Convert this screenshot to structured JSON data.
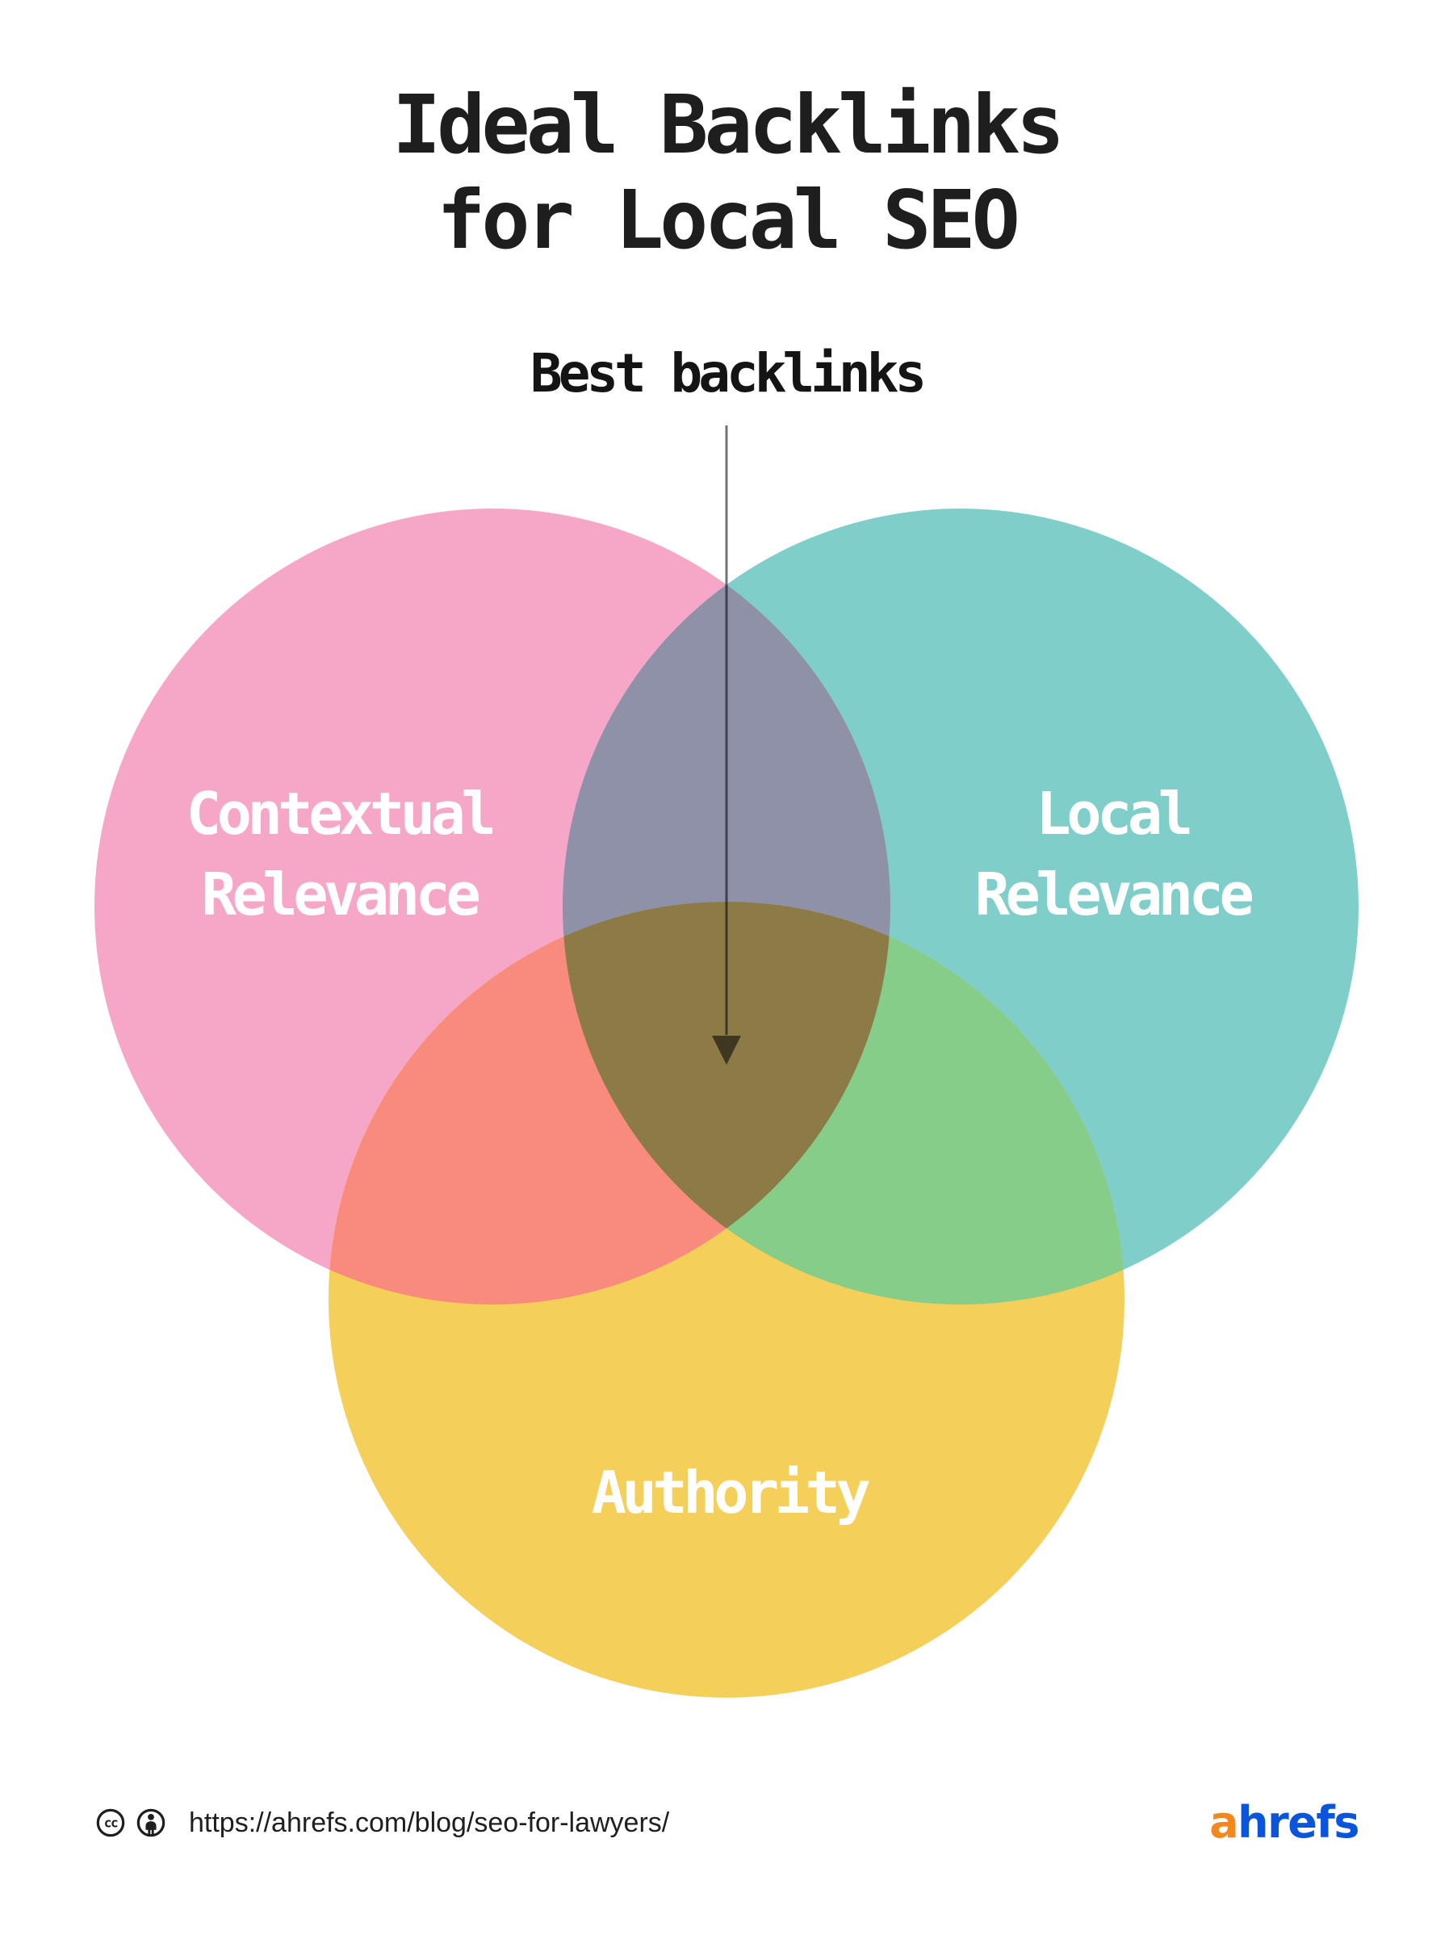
{
  "title": {
    "line1": "Ideal Backlinks",
    "line2": "for Local SEO"
  },
  "annotation": {
    "label": "Best backlinks"
  },
  "venn": {
    "sets": [
      {
        "name": "Contextual Relevance",
        "label_line1": "Contextual",
        "label_line2": "Relevance"
      },
      {
        "name": "Local Relevance",
        "label_line1": "Local",
        "label_line2": "Relevance"
      },
      {
        "name": "Authority",
        "label_line1": "Authority"
      }
    ]
  },
  "colors": {
    "contextual": "#F6A7C7",
    "local": "#7FCEC9",
    "authority": "#F4CF59",
    "contextual_local_overlap": "#8E91A8",
    "contextual_authority_overlap": "#F88B7D",
    "local_authority_overlap": "#85CD89",
    "center_overlap": "#8C7A47",
    "arrow": "rgba(0,0,0,0.55)",
    "title_text": "#1E1E1E",
    "label_text": "#FFFFFF"
  },
  "footer": {
    "icons": [
      "cc-icon",
      "attribution-icon"
    ],
    "url": "https://ahrefs.com/blog/seo-for-lawyers/",
    "brand": {
      "first_letter": "a",
      "rest": "hrefs",
      "first_letter_color": "#F5871F",
      "rest_color": "#0B55DC"
    }
  }
}
